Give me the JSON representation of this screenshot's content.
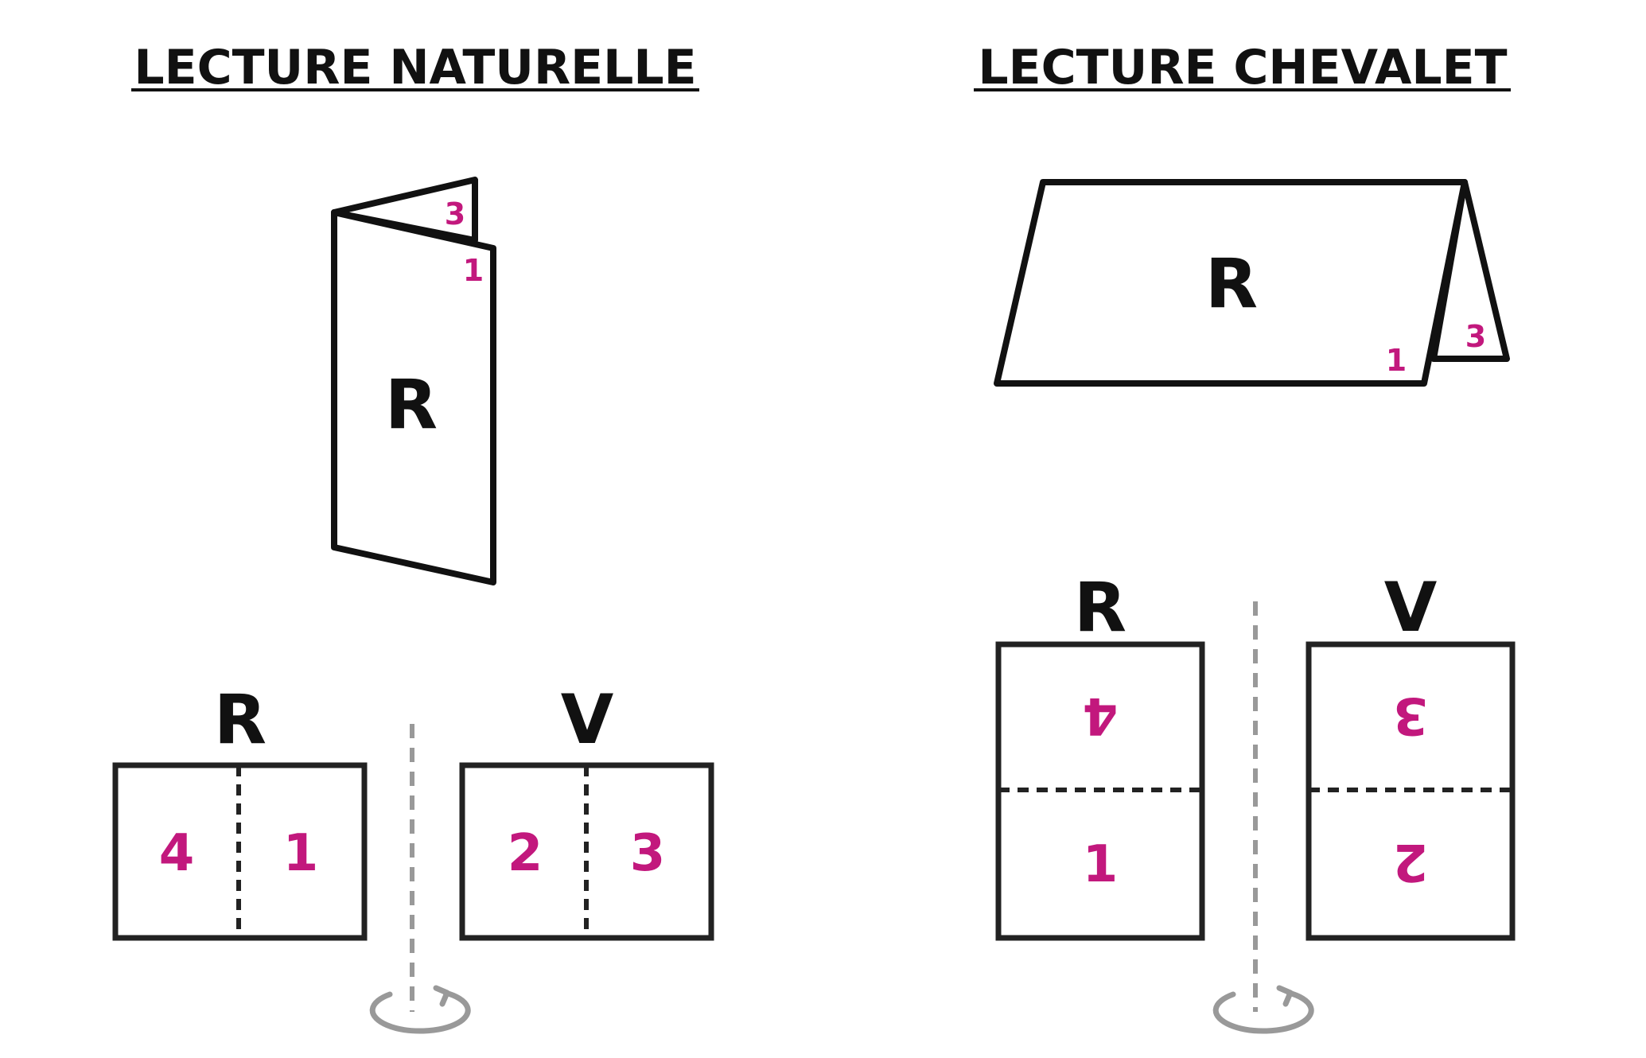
{
  "colors": {
    "accent": "#c2187d",
    "ink": "#111111",
    "axis": "#999999"
  },
  "left": {
    "title": "LECTURE NATURELLE",
    "folded": {
      "face": "R",
      "front_page": "1",
      "back_page": "3"
    },
    "recto": {
      "label": "R",
      "pages": [
        "4",
        "1"
      ]
    },
    "verso": {
      "label": "V",
      "pages": [
        "2",
        "3"
      ]
    },
    "rotation_icon": "rotate-arrow-icon"
  },
  "right": {
    "title": "LECTURE CHEVALET",
    "folded": {
      "face": "R",
      "front_page": "1",
      "back_page": "3"
    },
    "recto": {
      "label": "R",
      "pages_top": "4",
      "pages_bottom": "1"
    },
    "verso": {
      "label": "V",
      "pages_top": "3",
      "pages_bottom": "2"
    },
    "rotation_icon": "rotate-arrow-icon"
  }
}
